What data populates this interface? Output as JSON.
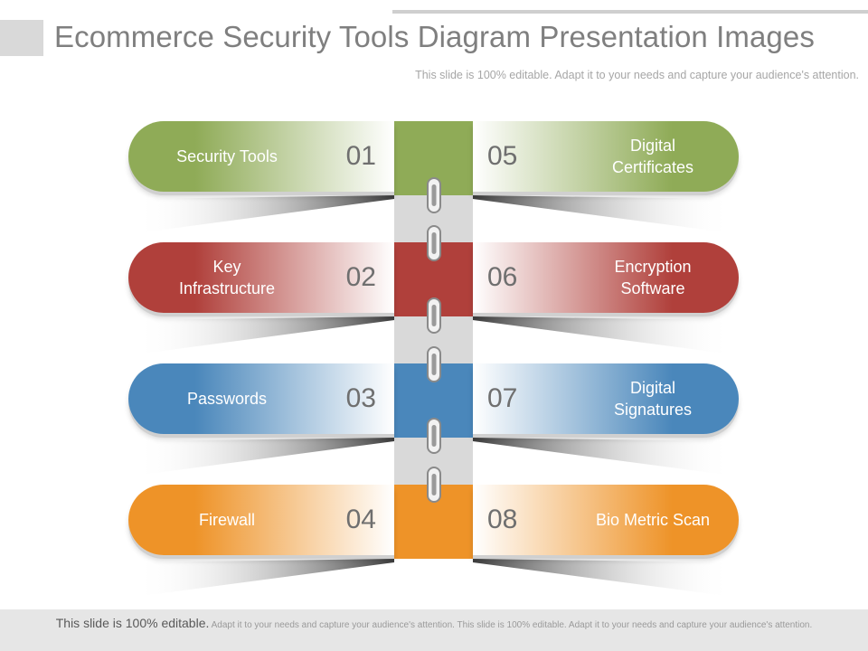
{
  "header": {
    "title": "Ecommerce Security Tools Diagram Presentation Images",
    "subtitle": "This slide is 100% editable. Adapt it to your needs and capture your audience's attention."
  },
  "items": [
    {
      "num": "01",
      "label": "Security Tools",
      "color": "#8fab57"
    },
    {
      "num": "02",
      "label": "Key\nInfrastructure",
      "color": "#b0403b"
    },
    {
      "num": "03",
      "label": "Passwords",
      "color": "#4a87bb"
    },
    {
      "num": "04",
      "label": "Firewall",
      "color": "#ee9328"
    },
    {
      "num": "05",
      "label": "Digital\nCertificates",
      "color": "#8fab57"
    },
    {
      "num": "06",
      "label": "Encryption\nSoftware",
      "color": "#b0403b"
    },
    {
      "num": "07",
      "label": "Digital\nSignatures",
      "color": "#4a87bb"
    },
    {
      "num": "08",
      "label": "Bio Metric Scan",
      "color": "#ee9328"
    }
  ],
  "footer": {
    "strong": "This slide is 100% editable.",
    "rest": " Adapt it to your needs and capture your audience's attention. This slide is 100% editable. Adapt it to your needs and capture your audience's attention."
  }
}
